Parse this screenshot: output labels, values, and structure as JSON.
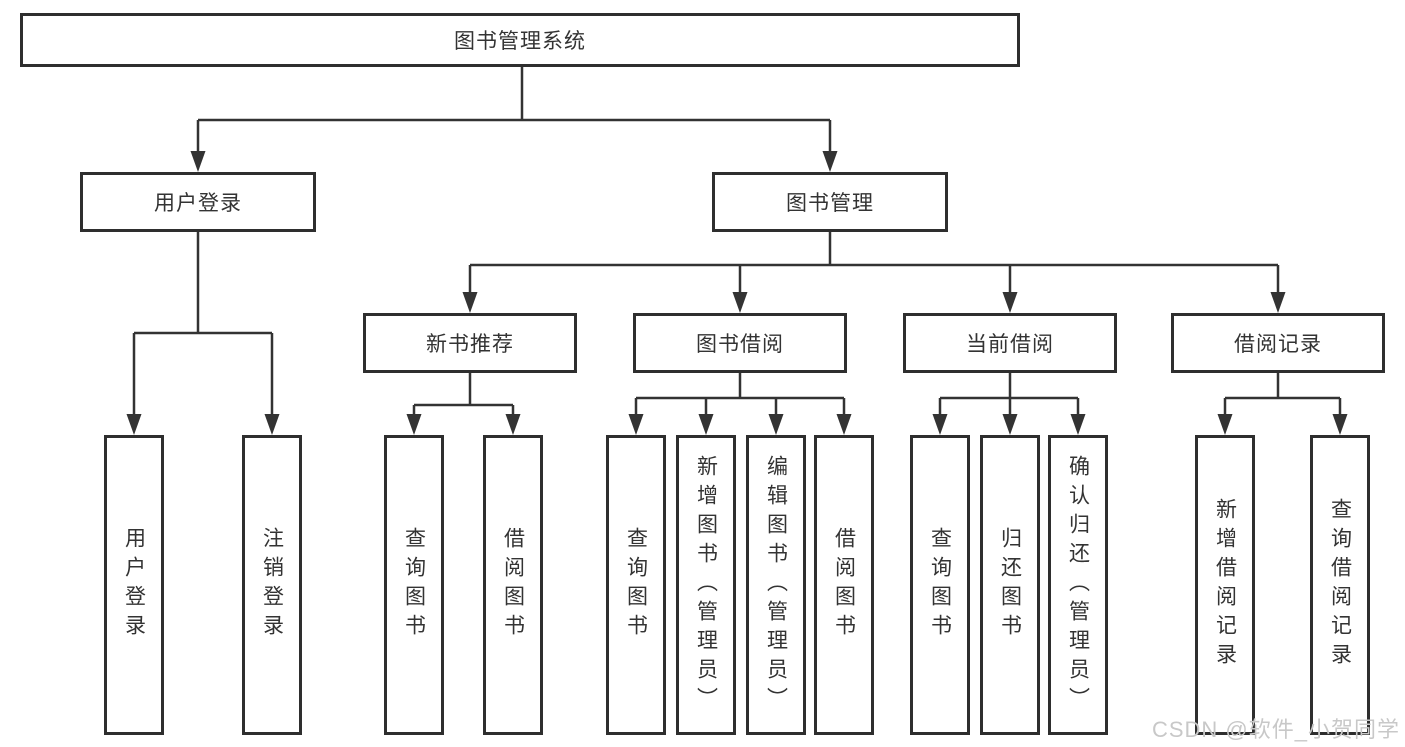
{
  "diagram": {
    "root": {
      "label": "图书管理系统"
    },
    "level2": [
      {
        "label": "用户登录"
      },
      {
        "label": "图书管理"
      }
    ],
    "level3": [
      {
        "label": "新书推荐"
      },
      {
        "label": "图书借阅"
      },
      {
        "label": "当前借阅"
      },
      {
        "label": "借阅记录"
      }
    ],
    "leaves": [
      {
        "label": "用户登录"
      },
      {
        "label": "注销登录"
      },
      {
        "label": "查询图书"
      },
      {
        "label": "借阅图书"
      },
      {
        "label": "查询图书"
      },
      {
        "label": "新增图书（管理员）"
      },
      {
        "label": "编辑图书（管理员）"
      },
      {
        "label": "借阅图书"
      },
      {
        "label": "查询图书"
      },
      {
        "label": "归还图书"
      },
      {
        "label": "确认归还（管理员）"
      },
      {
        "label": "新增借阅记录"
      },
      {
        "label": "查询借阅记录"
      }
    ]
  },
  "watermark": {
    "text": "CSDN @软件_小贺同学"
  },
  "colors": {
    "line": "#333333",
    "text": "#333333",
    "watermark": "#c8c8c8",
    "background": "#ffffff"
  }
}
